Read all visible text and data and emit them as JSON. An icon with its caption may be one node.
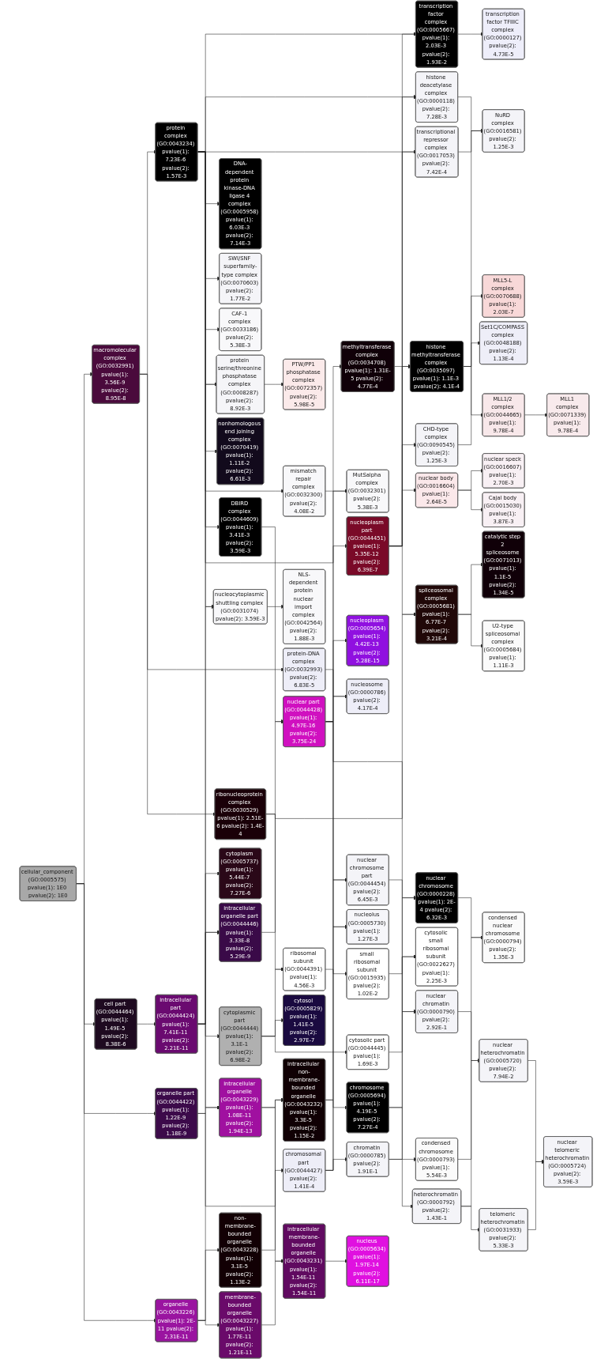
{
  "diagram": {
    "nodes": [
      {
        "text": [
          "cellular_component (GO:0005575) pvalue(1): 1E0 pvalue(2): 1E0"
        ]
      },
      {
        "text": [
          "macromolecular complex (GO:0032991) pvalue(1): 3.56E-9 pvalue(2): 8.95E-8"
        ]
      },
      {
        "text": [
          "cell part (GO:0044464) pvalue(1): 1.49E-5 pvalue(2): 8.38E-6"
        ]
      },
      {
        "text": [
          "protein complex (GO:0043234) pvalue(1): 7.23E-6 pvalue(2): 1.57E-3"
        ]
      },
      {
        "text": [
          "organelle part (GO:0044422) pvalue(1): 1.22E-9 pvalue(2): 1.18E-9"
        ]
      },
      {
        "text": [
          "intracellular part (GO:0044424) pvalue(1): 7.41E-11 pvalue(2): 2.21E-11"
        ]
      },
      {
        "text": [
          "organelle (GO:0043226) pvalue(1): 2E-11 pvalue(2): 2.31E-11"
        ]
      },
      {
        "text": [
          "protein serine/threonine phosphatase complex (GO:0008287) pvalue(2): 8.92E-3"
        ]
      },
      {
        "text": [
          "CAF-1 complex (GO:0033186) pvalue(2): 5.38E-3"
        ]
      },
      {
        "text": [
          "nonhomologous end joining complex (GO:0070419) pvalue(1): 1.11E-2 pvalue(2): 6.61E-3"
        ]
      },
      {
        "text": [
          "nucleocytoplasmic shuttling complex (GO:0031074) pvalue(2): 3.59E-3"
        ]
      },
      {
        "text": [
          "mismatch repair complex (GO:0032300) pvalue(2): 4.08E-2"
        ]
      },
      {
        "text": [
          "DBIRD complex (GO:0044609) pvalue(1): 3.41E-3 pvalue(2): 3.59E-3"
        ]
      },
      {
        "text": [
          "methyltransferase complex (GO:0034708) pvalue(1): 1.31E-5 pvalue(2): 4.77E-4"
        ]
      },
      {
        "text": [
          "intracellular organelle part (GO:0044446) pvalue(1): 3.33E-8 pvalue(2): 5.29E-9"
        ]
      },
      {
        "text": [
          "ribonucleoprotein complex (GO:0030529) pvalue(1): 2.51E-6 pvalue(2): 1.4E-4"
        ]
      },
      {
        "text": [
          "cytoplasm (GO:0005737) pvalue(1): 5.44E-7 pvalue(2): 7.27E-6"
        ]
      },
      {
        "text": [
          "cytoplasmic part (GO:0044444) pvalue(1): 3.1E-1 pvalue(2): 6.98E-2"
        ]
      },
      {
        "text": [
          "non-membrane-bounded organelle (GO:0043228) pvalue(1): 3.1E-5 pvalue(2): 1.13E-2"
        ]
      },
      {
        "text": [
          "intracellular organelle (GO:0043229) pvalue(1): 1.08E-11 pvalue(2): 1.94E-13"
        ]
      },
      {
        "text": [
          "membrane-bounded organelle (GO:0043227) pvalue(1): 1.77E-11 pvalue(2): 1.21E-11"
        ]
      },
      {
        "text": [
          "protein-DNA complex (GO:0032993) pvalue(2): 6.83E-5"
        ]
      },
      {
        "text": [
          "PTW/PP1 phosphatase complex (GO:0072357) pvalue(2): 5.98E-5"
        ]
      },
      {
        "text": [
          "chromosomal part (GO:0044427) pvalue(2): 1.41E-4"
        ]
      },
      {
        "text": [
          "NLS-dependent protein nuclear import complex (GO:0042564) pvalue(2): 1.88E-3"
        ]
      },
      {
        "text": [
          "nuclear part (GO:0044428) pvalue(1): 4.97E-16 pvalue(2): 3.75E-24"
        ]
      },
      {
        "text": [
          "ribosomal subunit (GO:0044391) pvalue(1): 4.56E-3"
        ]
      },
      {
        "text": [
          "cytosol (GO:0005829) pvalue(1): 1.41E-5 pvalue(2): 2.97E-7"
        ]
      },
      {
        "text": [
          "intracellular non-membrane-bounded organelle (GO:0043232) pvalue(1): 3.3E-5 pvalue(2): 1.15E-2"
        ]
      },
      {
        "text": [
          "intracellular membrane-bounded organelle (GO:0043231) pvalue(1): 1.54E-11 pvalue(2): 1.54E-11"
        ]
      },
      {
        "text": [
          "nucleosome (GO:0000786) pvalue(2): 4.17E-4"
        ]
      },
      {
        "text": [
          "chromatin (GO:0000785) pvalue(2): 1.91E-1"
        ]
      },
      {
        "text": [
          "nuclear chromosome part (GO:0044454) pvalue(2): 6.45E-3"
        ]
      },
      {
        "text": [
          "DNA-dependent protein kinase-DNA ligase 4 complex (GO:0005958) pvalue(1): 6.03E-3 pvalue(2): 7.14E-3"
        ]
      },
      {
        "text": [
          "nucleoplasm part (GO:0044451) pvalue(1): 5.35E-12 pvalue(2): 6.39E-7"
        ]
      },
      {
        "text": [
          "SWI/SNF superfamily-type complex (GO:0070603) pvalue(2): 1.77E-2"
        ]
      },
      {
        "text": [
          "MutSalpha complex (GO:0032301) pvalue(2): 5.38E-3"
        ]
      },
      {
        "text": [
          "spliceosomal complex (GO:0005681) pvalue(1): 6.77E-7 pvalue(2): 3.21E-4"
        ]
      },
      {
        "text": [
          "nucleoplasm (GO:0005654) pvalue(1): 4.42E-13 pvalue(2): 5.28E-15"
        ]
      },
      {
        "text": [
          "small ribosomal subunit (GO:0015935) pvalue(2): 1.02E-2"
        ]
      },
      {
        "text": [
          "cytosolic part (GO:0044445) pvalue(1): 1.69E-3"
        ]
      },
      {
        "text": [
          "nucleolus (GO:0005730) pvalue(1): 1.27E-3"
        ]
      },
      {
        "text": [
          "chromosome (GO:0005694) pvalue(1): 4.19E-5 pvalue(2): 7.27E-4"
        ]
      },
      {
        "text": [
          "nucleus (GO:0005634) pvalue(1): 1.97E-14 pvalue(2): 6.11E-17"
        ]
      },
      {
        "text": [
          "transcription factor complex (GO:0005667) pvalue(1): 2.03E-3 pvalue(2): 1.93E-2"
        ]
      },
      {
        "text": [
          "heterochromatin (GO:0000792) pvalue(2): 1.43E-1"
        ]
      },
      {
        "text": [
          "nuclear chromatin (GO:0000790) pvalue(2): 2.92E-1"
        ]
      },
      {
        "text": [
          "histone deacetylase complex (GO:0000118) pvalue(2): 7.28E-3"
        ]
      },
      {
        "text": [
          "transcriptional repressor complex (GO:0017053) pvalue(2): 7.42E-4"
        ]
      },
      {
        "text": [
          "CHD-type complex (GO:0090545) pvalue(2): 1.25E-3"
        ]
      },
      {
        "text": [
          "histone methyltransferase complex (GO:0035097) pvalue(1): 1.1E-3 pvalue(2): 4.1E-4"
        ]
      },
      {
        "text": [
          "nuclear body (GO:0016604) pvalue(1): 2.64E-5"
        ]
      },
      {
        "text": [
          "catalytic step 2 spliceosome (GO:0071013) pvalue(1): 1.1E-5 pvalue(2): 1.34E-5"
        ]
      },
      {
        "text": [
          "U2-type spliceosomal complex (GO:0005684) pvalue(1): 1.11E-3"
        ]
      },
      {
        "text": [
          "cytosolic small ribosomal subunit (GO:0022627) pvalue(1): 2.25E-3"
        ]
      },
      {
        "text": [
          "nuclear chromosome (GO:0000228) pvalue(1): 2E-4 pvalue(2): 6.32E-3"
        ]
      },
      {
        "text": [
          "condensed chromosome (GO:0000793) pvalue(1): 5.54E-3"
        ]
      },
      {
        "text": [
          "transcription factor TFIIIC complex (GO:0000127) pvalue(2): 4.73E-5"
        ]
      },
      {
        "text": [
          "telomeric heterochromatin (GO:0031933) pvalue(2): 5.33E-3"
        ]
      },
      {
        "text": [
          "nuclear heterochromatin (GO:0005720) pvalue(2): 7.94E-2"
        ]
      },
      {
        "text": [
          "NuRD complex (GO:0016581) pvalue(2): 1.25E-3"
        ]
      },
      {
        "text": [
          "MLL5-L complex (GO:0070688) pvalue(1): 2.03E-7"
        ]
      },
      {
        "text": [
          "Set1C/COMPASS complex (GO:0048188) pvalue(2): 1.13E-4"
        ]
      },
      {
        "text": [
          "MLL1/2 complex (GO:0044665) pvalue(1): 9.78E-4"
        ]
      },
      {
        "text": [
          "nuclear speck (GO:0016607) pvalue(1): 2.70E-3"
        ]
      },
      {
        "text": [
          "Cajal body (GO:0015030) pvalue(1): 3.87E-3"
        ]
      },
      {
        "text": [
          "condensed nuclear chromosome (GO:0000794) pvalue(2): 1.35E-3"
        ]
      },
      {
        "text": [
          "nuclear telomeric heterochromatin (GO:0005724) pvalue(2): 3.59E-3"
        ]
      },
      {
        "text": [
          "MLL1 complex (GO:0071339) pvalue(1): 9.78E-4"
        ]
      }
    ],
    "edges": [
      {
        "from": 0,
        "to": 1,
        "arrow": "to"
      },
      {
        "from": 0,
        "to": 2,
        "arrow": "to"
      },
      {
        "from": 0,
        "to": 4,
        "arrow": "to"
      },
      {
        "from": 0,
        "to": 6,
        "arrow": "to"
      },
      {
        "from": 1,
        "to": 3,
        "arrow": "to"
      },
      {
        "from": 1,
        "to": 21,
        "arrow": "to"
      },
      {
        "from": 1,
        "to": 15,
        "arrow": "to"
      },
      {
        "from": 2,
        "to": 5,
        "arrow": "to"
      },
      {
        "from": 3,
        "to": 7,
        "arrow": "to"
      },
      {
        "from": 5,
        "to": 7,
        "arrow": "to"
      },
      {
        "from": 3,
        "to": 44,
        "arrow": "to"
      },
      {
        "from": 3,
        "to": 47,
        "arrow": "to"
      },
      {
        "from": 3,
        "to": 48,
        "arrow": "to"
      },
      {
        "from": 3,
        "to": 33,
        "arrow": "to"
      },
      {
        "from": 3,
        "to": 35,
        "arrow": "to"
      },
      {
        "from": 3,
        "to": 8,
        "arrow": "to"
      },
      {
        "from": 3,
        "to": 9,
        "arrow": "to"
      },
      {
        "from": 3,
        "to": 10,
        "arrow": "to"
      },
      {
        "from": 3,
        "to": 11,
        "arrow": "to"
      },
      {
        "from": 3,
        "to": 12,
        "arrow": "to"
      },
      {
        "from": 3,
        "to": 13,
        "arrow": "to"
      },
      {
        "from": 4,
        "to": 14,
        "arrow": "to"
      },
      {
        "from": 4,
        "to": 23,
        "arrow": "to"
      },
      {
        "from": 5,
        "to": 14,
        "arrow": "to"
      },
      {
        "from": 5,
        "to": 10,
        "arrow": "to"
      },
      {
        "from": 5,
        "to": 16,
        "arrow": "to"
      },
      {
        "from": 5,
        "to": 17,
        "arrow": "to"
      },
      {
        "from": 5,
        "to": 19,
        "arrow": "to"
      },
      {
        "from": 6,
        "to": 18,
        "arrow": "to"
      },
      {
        "from": 6,
        "to": 19,
        "arrow": "to"
      },
      {
        "from": 6,
        "to": 20,
        "arrow": "to"
      },
      {
        "from": 7,
        "to": 22,
        "arrow": "to"
      },
      {
        "from": 10,
        "to": 24,
        "arrow": "to"
      },
      {
        "from": 11,
        "to": 36,
        "arrow": "to"
      },
      {
        "from": 12,
        "to": 25,
        "arrow": "to"
      },
      {
        "from": 13,
        "to": 50,
        "arrow": "to"
      },
      {
        "from": 14,
        "to": 25,
        "arrow": "to"
      },
      {
        "from": 15,
        "to": 26,
        "arrow": "to"
      },
      {
        "from": 15,
        "to": 37,
        "arrow": "to"
      },
      {
        "from": 17,
        "to": 26,
        "arrow": "to"
      },
      {
        "from": 17,
        "to": 27,
        "arrow": "to"
      },
      {
        "from": 17,
        "to": 40,
        "arrow": "to"
      },
      {
        "from": 18,
        "to": 28,
        "arrow": "to"
      },
      {
        "from": 19,
        "to": 28,
        "arrow": "to"
      },
      {
        "from": 19,
        "to": 29,
        "arrow": "to"
      },
      {
        "from": 20,
        "to": 29,
        "arrow": "to"
      },
      {
        "from": 21,
        "to": 30,
        "arrow": "to"
      },
      {
        "from": 23,
        "to": 30,
        "arrow": "to"
      },
      {
        "from": 23,
        "to": 31,
        "arrow": "to"
      },
      {
        "from": 23,
        "to": 32,
        "arrow": "to"
      },
      {
        "from": 25,
        "to": 32,
        "arrow": "to"
      },
      {
        "from": 25,
        "to": 34,
        "arrow": "to"
      },
      {
        "from": 25,
        "to": 36,
        "arrow": "to"
      },
      {
        "from": 25,
        "to": 38,
        "arrow": "to"
      },
      {
        "from": 25,
        "to": 41,
        "arrow": "to"
      },
      {
        "from": 25,
        "to": 55,
        "arrow": "to"
      },
      {
        "from": 26,
        "to": 39,
        "arrow": "to"
      },
      {
        "from": 28,
        "to": 41,
        "arrow": "to"
      },
      {
        "from": 28,
        "to": 42,
        "arrow": "to"
      },
      {
        "from": 29,
        "to": 43,
        "arrow": "to"
      },
      {
        "from": 31,
        "to": 45,
        "arrow": "to"
      },
      {
        "from": 31,
        "to": 46,
        "arrow": "to"
      },
      {
        "from": 32,
        "to": 46,
        "arrow": "to"
      },
      {
        "from": 34,
        "to": 44,
        "arrow": "to"
      },
      {
        "from": 34,
        "to": 47,
        "arrow": "to"
      },
      {
        "from": 34,
        "to": 48,
        "arrow": "to"
      },
      {
        "from": 34,
        "to": 49,
        "arrow": "to"
      },
      {
        "from": 34,
        "to": 50,
        "arrow": "to"
      },
      {
        "from": 34,
        "to": 51,
        "arrow": "to"
      },
      {
        "from": 34,
        "to": 37,
        "arrow": "to"
      },
      {
        "from": 37,
        "to": 52,
        "arrow": "to"
      },
      {
        "from": 37,
        "to": 53,
        "arrow": "to"
      },
      {
        "from": 39,
        "to": 54,
        "arrow": "to"
      },
      {
        "from": 40,
        "to": 54,
        "arrow": "to"
      },
      {
        "from": 42,
        "to": 55,
        "arrow": "to"
      },
      {
        "from": 42,
        "to": 56,
        "arrow": "to"
      },
      {
        "from": 44,
        "to": 57,
        "arrow": "to"
      },
      {
        "from": 45,
        "to": 58,
        "arrow": "to"
      },
      {
        "from": 45,
        "to": 59,
        "arrow": "to"
      },
      {
        "from": 46,
        "to": 59,
        "arrow": "to"
      },
      {
        "from": 47,
        "to": 60,
        "arrow": "to"
      },
      {
        "from": 48,
        "to": 60,
        "arrow": "to"
      },
      {
        "from": 49,
        "to": 60,
        "arrow": "to"
      },
      {
        "from": 50,
        "to": 61,
        "arrow": "to"
      },
      {
        "from": 50,
        "to": 62,
        "arrow": "to"
      },
      {
        "from": 50,
        "to": 63,
        "arrow": "to"
      },
      {
        "from": 51,
        "to": 64,
        "arrow": "to"
      },
      {
        "from": 51,
        "to": 65,
        "arrow": "to"
      },
      {
        "from": 55,
        "to": 66,
        "arrow": "to"
      },
      {
        "from": 56,
        "to": 66,
        "arrow": "to"
      },
      {
        "from": 58,
        "to": 67,
        "arrow": "to"
      },
      {
        "from": 59,
        "to": 67,
        "arrow": "to"
      },
      {
        "from": 63,
        "to": 68,
        "arrow": "to"
      }
    ]
  }
}
